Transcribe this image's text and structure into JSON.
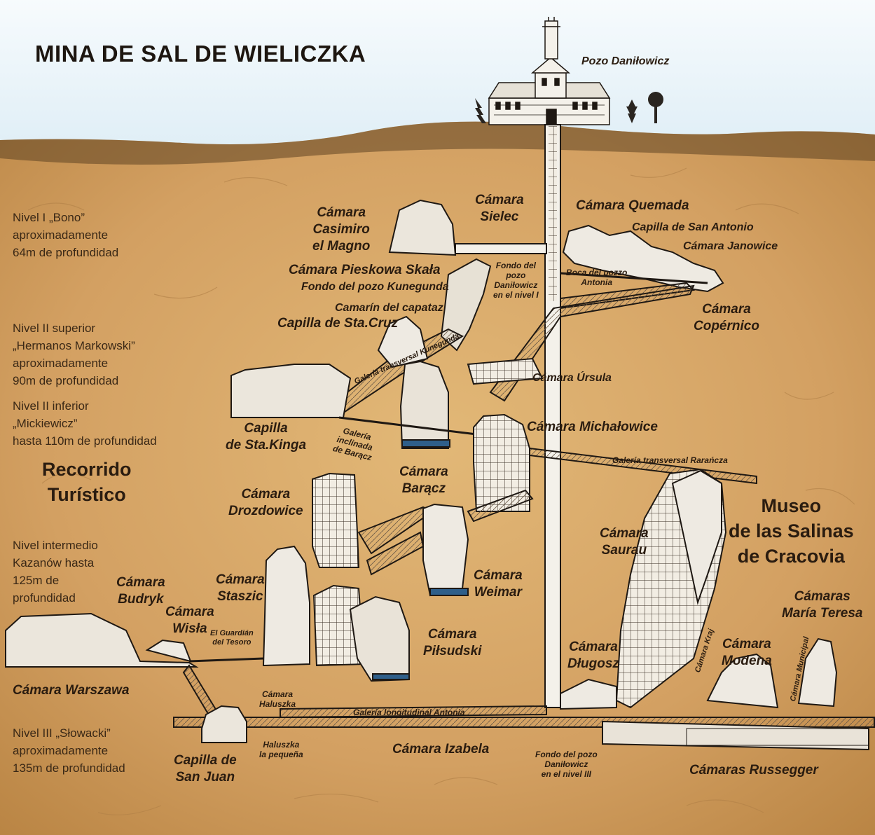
{
  "title": "MINA DE SAL DE WIELICZKA",
  "shaft": {
    "top_label": "Pozo Daniłowicz"
  },
  "levels": [
    {
      "id": "nivel-1",
      "lines": [
        "Nivel I „Bono”",
        "aproximadamente",
        "64m de profundidad"
      ]
    },
    {
      "id": "nivel-2-sup",
      "lines": [
        "Nivel II superior",
        "„Hermanos Markowski”",
        "aproximadamente",
        "90m de profundidad"
      ]
    },
    {
      "id": "nivel-2-inf",
      "lines": [
        "Nivel II inferior",
        "„Mickiewicz”",
        "hasta 110m de profundidad"
      ]
    },
    {
      "id": "nivel-intermedio",
      "lines": [
        "Nivel intermedio",
        "Kazanów hasta",
        "125m de",
        "profundidad"
      ]
    },
    {
      "id": "nivel-3",
      "lines": [
        "Nivel III „Słowacki”",
        "aproximadamente",
        "135m de profundidad"
      ]
    }
  ],
  "route": {
    "lines": [
      "Recorrido",
      "Turístico"
    ]
  },
  "museum": {
    "lines": [
      "Museo",
      "de las Salinas",
      "de Cracovia"
    ]
  },
  "chambers": {
    "casimiro": [
      "Cámara",
      "Casimiro",
      "el Magno"
    ],
    "sielec": [
      "Cámara",
      "Sielec"
    ],
    "quemada": "Cámara Quemada",
    "san_antonio": "Capilla de San Antonio",
    "janowice": "Cámara Janowice",
    "pieskowa": "Cámara Pieskowa Skała",
    "kunegunda_fondo": "Fondo del pozo Kunegunda",
    "danilowicz_fondo_1": [
      "Fondo del",
      "pozo",
      "Daniłowicz",
      "en el nivel I"
    ],
    "boca_antonia": [
      "Boca del pozzo",
      "Antonia"
    ],
    "copernico": [
      "Cámara",
      "Copérnico"
    ],
    "camarin": "Camarín del capataz",
    "sta_cruz": "Capilla de Sta.Cruz",
    "galeria_kunegunda": "Galería transversal Kunegunda",
    "ursula": "Cámara Úrsula",
    "sta_kinga": [
      "Capilla",
      "de Sta.Kinga"
    ],
    "galeria_barqcz": [
      "Galería",
      "inclinada",
      "de Barącz"
    ],
    "michalowice": "Cámara Michałowice",
    "galeria_rarancza": "Galería transversal Rarańcza",
    "barqcz": [
      "Cámara",
      "Barącz"
    ],
    "drozdowice": [
      "Cámara",
      "Drozdowice"
    ],
    "saurau": [
      "Cámara",
      "Saurau"
    ],
    "weimar": [
      "Cámara",
      "Weimar"
    ],
    "budryk": [
      "Cámara",
      "Budryk"
    ],
    "staszic": [
      "Cámara",
      "Staszic"
    ],
    "wisla": [
      "Cámara",
      "Wisła"
    ],
    "guardian": [
      "El Guardián",
      "del Tesoro"
    ],
    "pilsudski": [
      "Cámara",
      "Piłsudski"
    ],
    "marias": [
      "Cámaras",
      "María Teresa"
    ],
    "dlugosz": [
      "Cámara",
      "Długosz"
    ],
    "kraj": "Cámara Kraj",
    "modena": [
      "Cámara",
      "Modena"
    ],
    "municipal": "Cámara Municipal",
    "warszawa": "Cámara Warszawa",
    "haluszka": [
      "Cámara",
      "Haluszka"
    ],
    "galeria_antonia": "Galería longitudinal Antonia",
    "izabela": "Cámara Izabela",
    "san_juan": [
      "Capilla de",
      "San Juan"
    ],
    "haluszka_peq": [
      "Haluszka",
      "la pequeña"
    ],
    "danilowicz_fondo_3": [
      "Fondo del pozo",
      "Daniłowicz",
      "en el nivel III"
    ],
    "russegger": "Cámaras Russegger"
  },
  "colors": {
    "sky": "#eaf3f8",
    "ground": "#d6a663",
    "ground_dark": "#b98443",
    "ink": "#2a1c10",
    "cavern": "#f4f1ea",
    "water": "#2f5f8a"
  }
}
